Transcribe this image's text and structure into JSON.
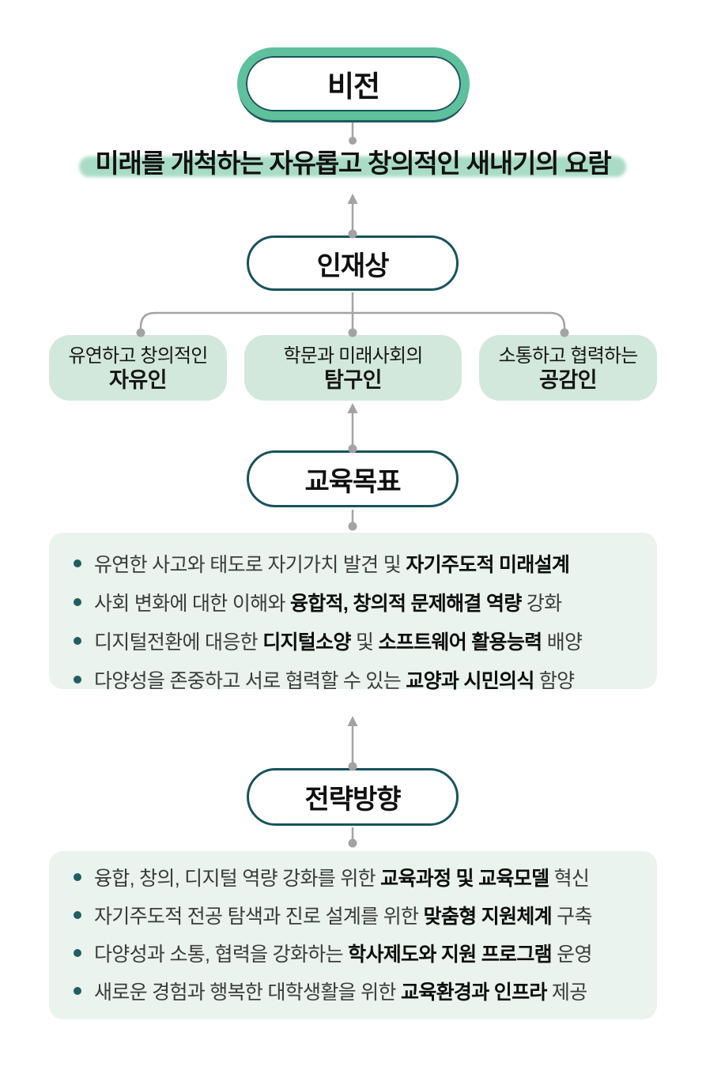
{
  "colors": {
    "accent_green": "#5ec09c",
    "teal_dark": "#17535c",
    "mint_box_bg": "#d3e8dc",
    "list_box_bg": "#eaf3ee",
    "statement_highlight": "#a9dcc6",
    "connector_gray": "#a3a3a3",
    "bullet_dot": "#215e63"
  },
  "vision": {
    "label": "비전",
    "statement": "미래를 개척하는 자유롭고 창의적인 새내기의 요람"
  },
  "talent": {
    "label": "인재상",
    "types": [
      {
        "line1": "유연하고 창의적인",
        "line2": "자유인"
      },
      {
        "line1": "학문과 미래사회의",
        "line2": "탐구인"
      },
      {
        "line1": "소통하고 협력하는",
        "line2": "공감인"
      }
    ]
  },
  "goals": {
    "label": "교육목표",
    "bullets": [
      {
        "segments": [
          {
            "t": "유연한 사고와 태도로 자기가치 발견 및 ",
            "b": false
          },
          {
            "t": "자기주도적 미래설계",
            "b": true
          }
        ]
      },
      {
        "segments": [
          {
            "t": "사회 변화에 대한 이해와 ",
            "b": false
          },
          {
            "t": "융합적, 창의적 문제해결 역량",
            "b": true
          },
          {
            "t": " 강화",
            "b": false
          }
        ]
      },
      {
        "segments": [
          {
            "t": "디지털전환에 대응한 ",
            "b": false
          },
          {
            "t": "디지털소양",
            "b": true
          },
          {
            "t": " 및 ",
            "b": false
          },
          {
            "t": "소프트웨어 활용능력",
            "b": true
          },
          {
            "t": " 배양",
            "b": false
          }
        ]
      },
      {
        "segments": [
          {
            "t": "다양성을 존중하고 서로 협력할 수 있는 ",
            "b": false
          },
          {
            "t": "교양과 시민의식",
            "b": true
          },
          {
            "t": " 함양",
            "b": false
          }
        ]
      }
    ]
  },
  "strategy": {
    "label": "전략방향",
    "bullets": [
      {
        "segments": [
          {
            "t": "융합, 창의, 디지털 역량 강화를 위한 ",
            "b": false
          },
          {
            "t": "교육과정 및 교육모델",
            "b": true
          },
          {
            "t": " 혁신",
            "b": false
          }
        ]
      },
      {
        "segments": [
          {
            "t": "자기주도적 전공 탐색과 진로 설계를 위한 ",
            "b": false
          },
          {
            "t": "맞춤형 지원체계",
            "b": true
          },
          {
            "t": " 구축",
            "b": false
          }
        ]
      },
      {
        "segments": [
          {
            "t": "다양성과 소통, 협력을 강화하는 ",
            "b": false
          },
          {
            "t": "학사제도와 지원 프로그램",
            "b": true
          },
          {
            "t": " 운영",
            "b": false
          }
        ]
      },
      {
        "segments": [
          {
            "t": "새로운 경험과 행복한 대학생활을 위한 ",
            "b": false
          },
          {
            "t": "교육환경과 인프라",
            "b": true
          },
          {
            "t": " 제공",
            "b": false
          }
        ]
      }
    ]
  }
}
